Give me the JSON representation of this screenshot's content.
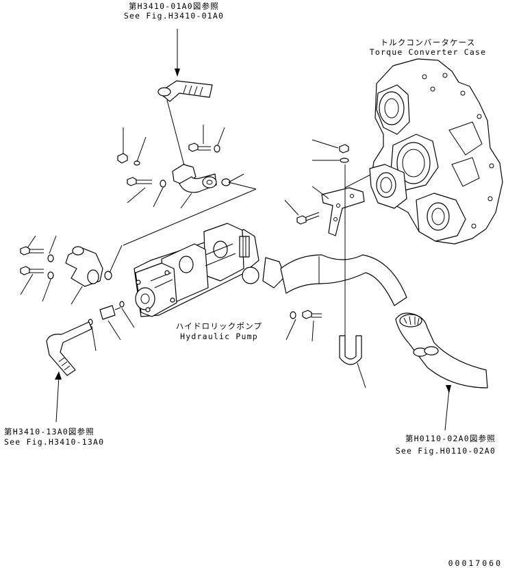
{
  "references": {
    "top": {
      "jp": "第H3410-01A0図参照",
      "en": "See Fig.H3410-01A0"
    },
    "left": {
      "jp": "第H3410-13A0図参照",
      "en": "See Fig.H3410-13A0"
    },
    "right": {
      "jp": "第H0110-02A0図参照",
      "en": "See Fig.H0110-02A0"
    }
  },
  "components": {
    "torque_converter": {
      "jp": "トルクコンバータケース",
      "en": "Torque Converter Case"
    },
    "hydraulic_pump": {
      "jp": "ハイドロリックポンプ",
      "en": "Hydraulic Pump"
    }
  },
  "drawing_number": "00017060"
}
